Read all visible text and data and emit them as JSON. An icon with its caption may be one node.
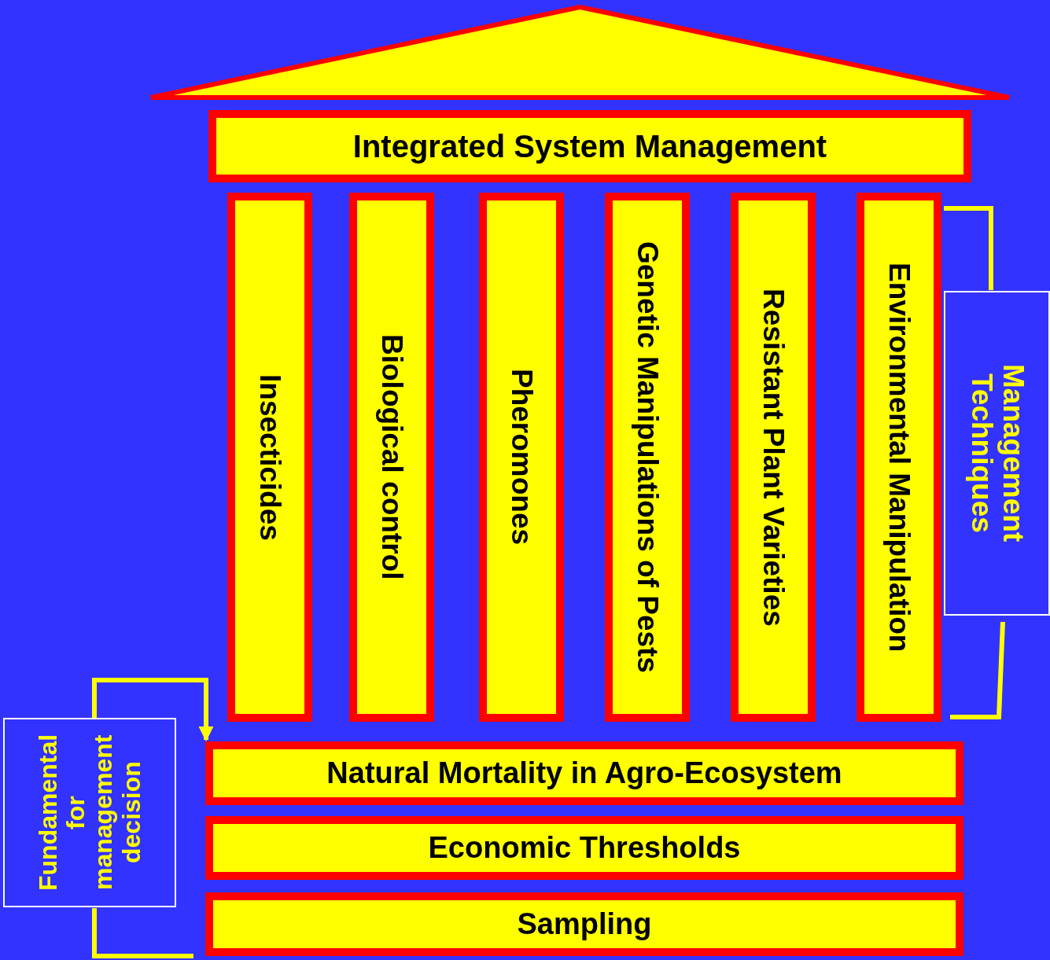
{
  "diagram": {
    "nodes": [
      {
        "text": [],
        "shape": "triangle"
      },
      {
        "text": [
          "Integrated System Management"
        ]
      },
      {
        "text": [
          "Insecticides"
        ]
      },
      {
        "text": [
          "Biological control"
        ]
      },
      {
        "text": [
          "Pheromones"
        ]
      },
      {
        "text": [
          "Genetic Manipulations of Pests"
        ]
      },
      {
        "text": [
          "Resistant Plant Varieties"
        ]
      },
      {
        "text": [
          "Environmental Manipulation"
        ]
      },
      {
        "text": [
          "Natural Mortality in Agro-Ecosystem"
        ]
      },
      {
        "text": [
          "Economic Thresholds"
        ]
      },
      {
        "text": [
          "Sampling"
        ]
      },
      {
        "text": [
          "Management Techniques"
        ]
      },
      {
        "text": [
          "Fundamental for management decision"
        ]
      }
    ],
    "edges": [
      {
        "from": 12,
        "to": 8,
        "arrow": "to"
      }
    ]
  }
}
